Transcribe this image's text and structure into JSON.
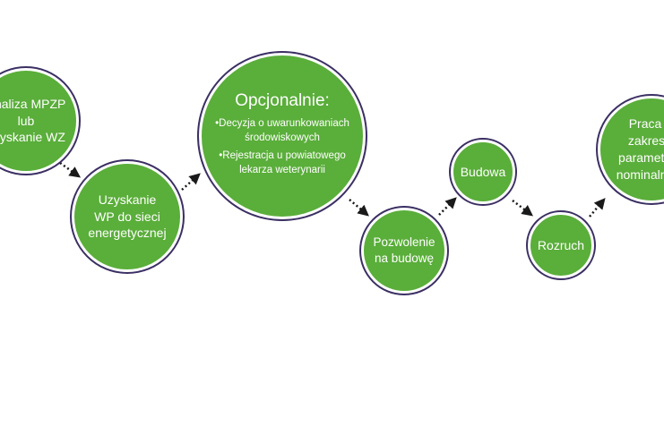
{
  "diagram": {
    "colors": {
      "node_fill": "#5aae3a",
      "node_border": "#3b2f63",
      "text": "#ffffff",
      "arrow": "#1a1a1a"
    },
    "nodes": [
      {
        "id": "n1",
        "lines": [
          "Analiza MPZP",
          "lub",
          "uzyskanie WZ"
        ]
      },
      {
        "id": "n2",
        "lines": [
          "Uzyskanie",
          "WP do sieci",
          "energetycznej"
        ]
      },
      {
        "id": "n3",
        "title": "Opcjonalnie:",
        "items": [
          "•Decyzja o uwarunkowaniach środowiskowych",
          "•Rejestracja u powiatowego lekarza weterynarii"
        ]
      },
      {
        "id": "n4",
        "lines": [
          "Pozwolenie",
          "na budowę"
        ]
      },
      {
        "id": "n5",
        "lines": [
          "Budowa"
        ]
      },
      {
        "id": "n6",
        "lines": [
          "Rozruch"
        ]
      },
      {
        "id": "n7",
        "lines": [
          "Praca w zakresie",
          "parametrów",
          "nominalnych"
        ]
      }
    ],
    "arrow_icon": "dotted-arrow-icon"
  }
}
